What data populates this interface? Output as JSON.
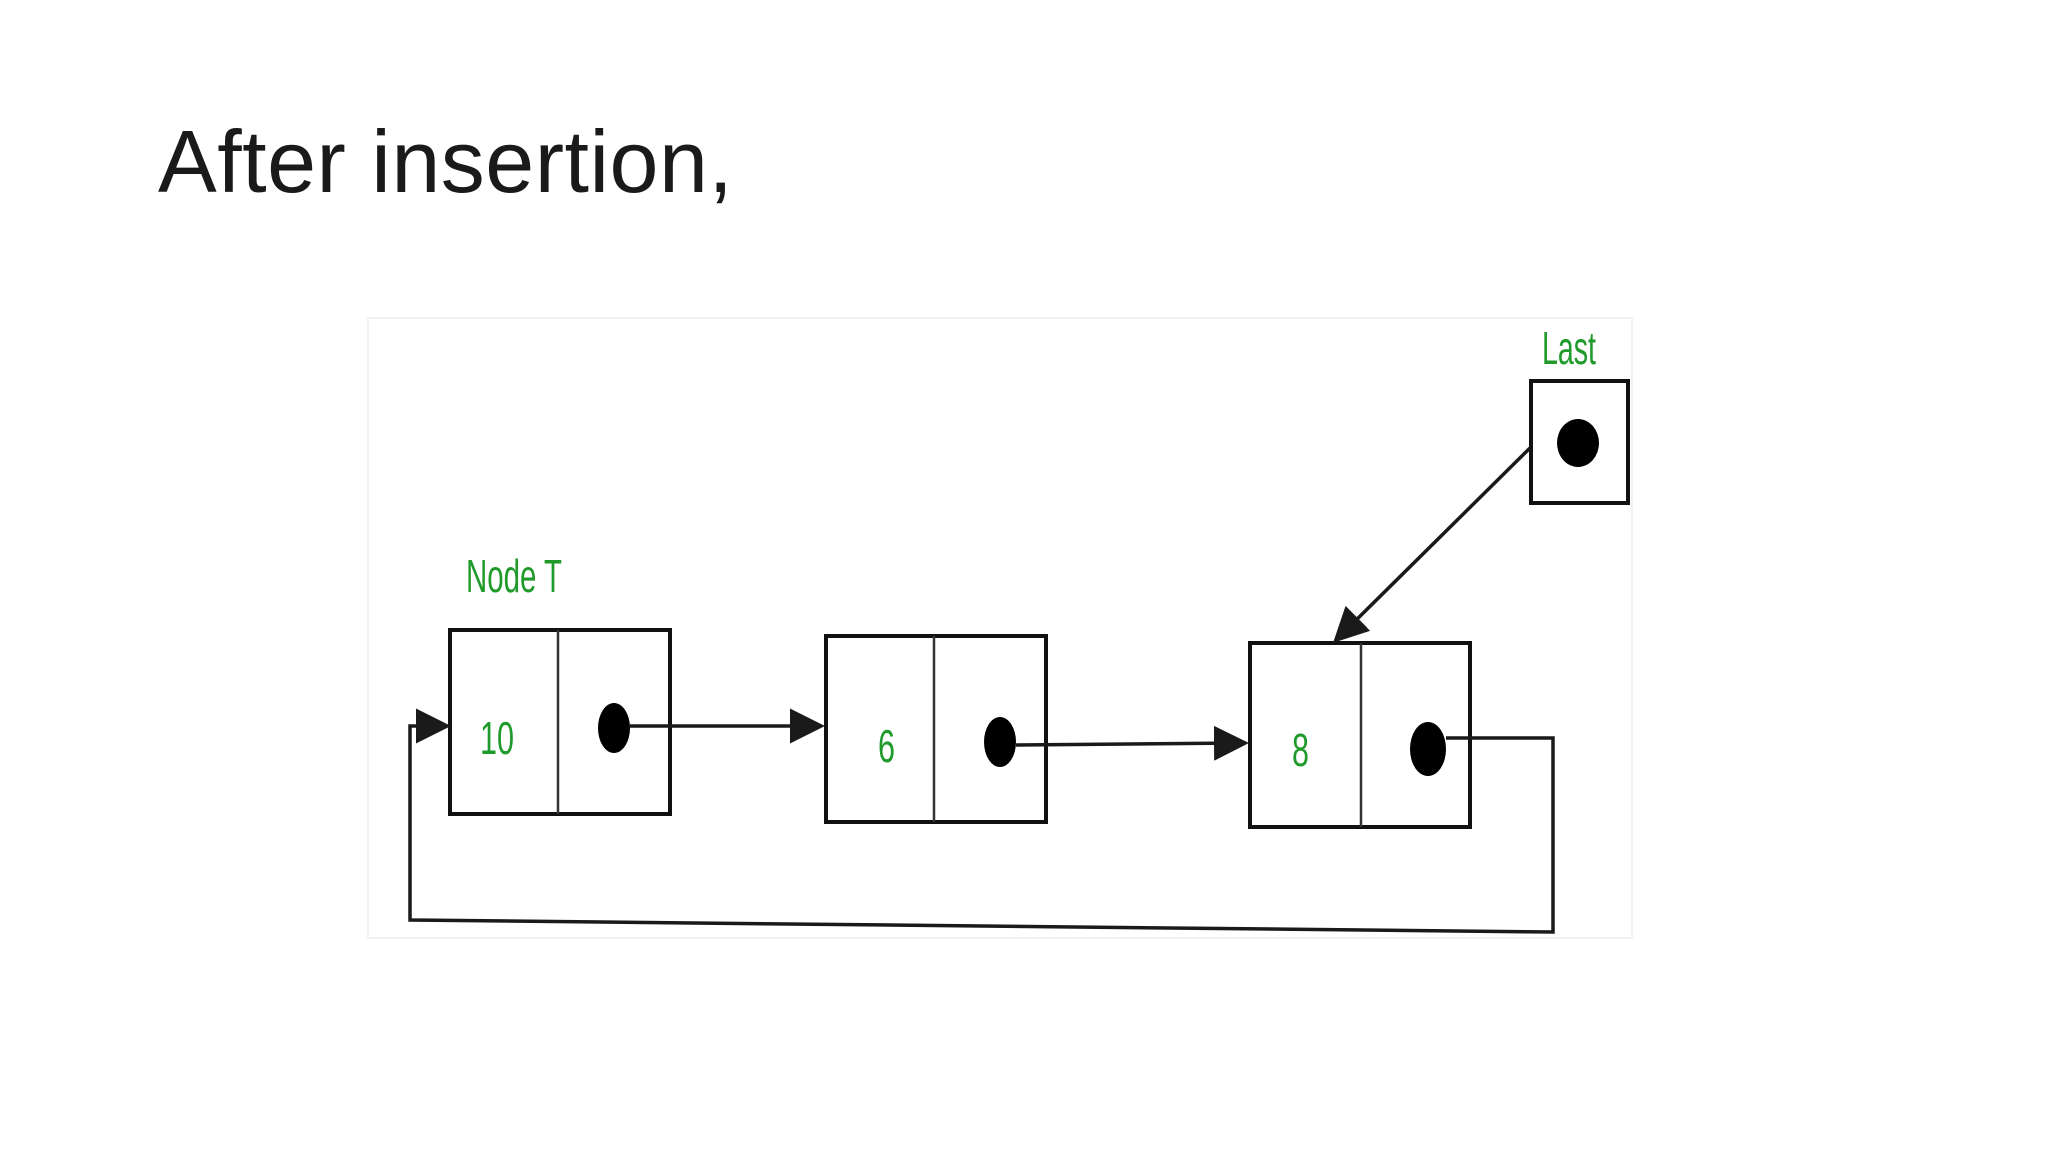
{
  "slide": {
    "title": "After insertion,"
  },
  "diagram": {
    "head_label": "Node T",
    "last_label": "Last",
    "nodes": [
      {
        "value": "10"
      },
      {
        "value": "6"
      },
      {
        "value": "8"
      }
    ],
    "colors": {
      "label_green": "#1f9a2b",
      "line": "#1a1a1a",
      "background": "#ffffff"
    }
  }
}
